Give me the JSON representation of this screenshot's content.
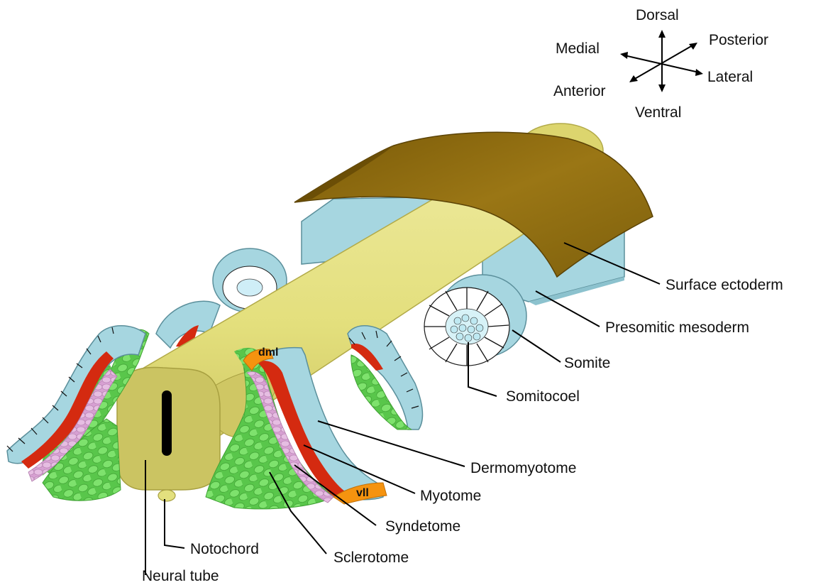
{
  "orientation": {
    "dorsal": "Dorsal",
    "ventral": "Ventral",
    "medial": "Medial",
    "lateral": "Lateral",
    "anterior": "Anterior",
    "posterior": "Posterior"
  },
  "labels": {
    "surface_ectoderm": "Surface ectoderm",
    "presomitic_mesoderm": "Presomitic mesoderm",
    "somite": "Somite",
    "somitocoel": "Somitocoel",
    "dermomyotome": "Dermomyotome",
    "myotome": "Myotome",
    "syndetome": "Syndetome",
    "sclerotome": "Sclerotome",
    "notochord": "Notochord",
    "neural_tube": "Neural tube",
    "dml": "dml",
    "vll": "vll"
  },
  "colors": {
    "neural_tube": "#e3e07e",
    "neural_tube_end": "#c9c25e",
    "surface_ectoderm": "#8a6a0f",
    "mesoderm": "#a8d8e2",
    "myotome": "#d42a10",
    "syndetome": "#d9a3d6",
    "sclerotome": "#6fd860",
    "lip": "#f5930f"
  }
}
